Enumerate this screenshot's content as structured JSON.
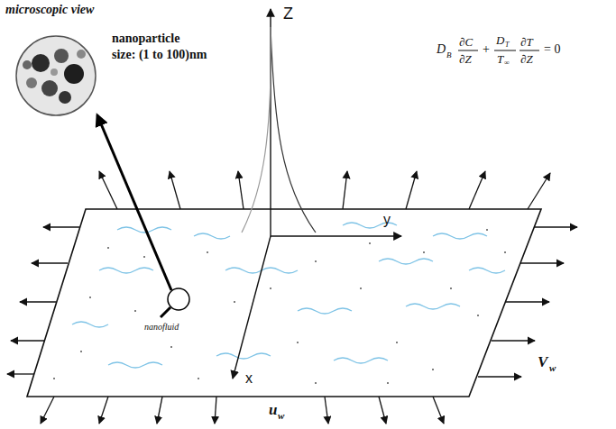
{
  "diagram": {
    "labels": [
      "microscopic view",
      "nanoparticle",
      "size: (1 to 100)nm",
      "Z",
      "y",
      "x",
      "nanofluid",
      "D",
      "B",
      "∂C",
      "∂Z",
      "+",
      "D",
      "T",
      "T",
      "∞",
      "∂T",
      "∂Z",
      "= 0",
      "V",
      "w",
      "u",
      "w"
    ]
  }
}
